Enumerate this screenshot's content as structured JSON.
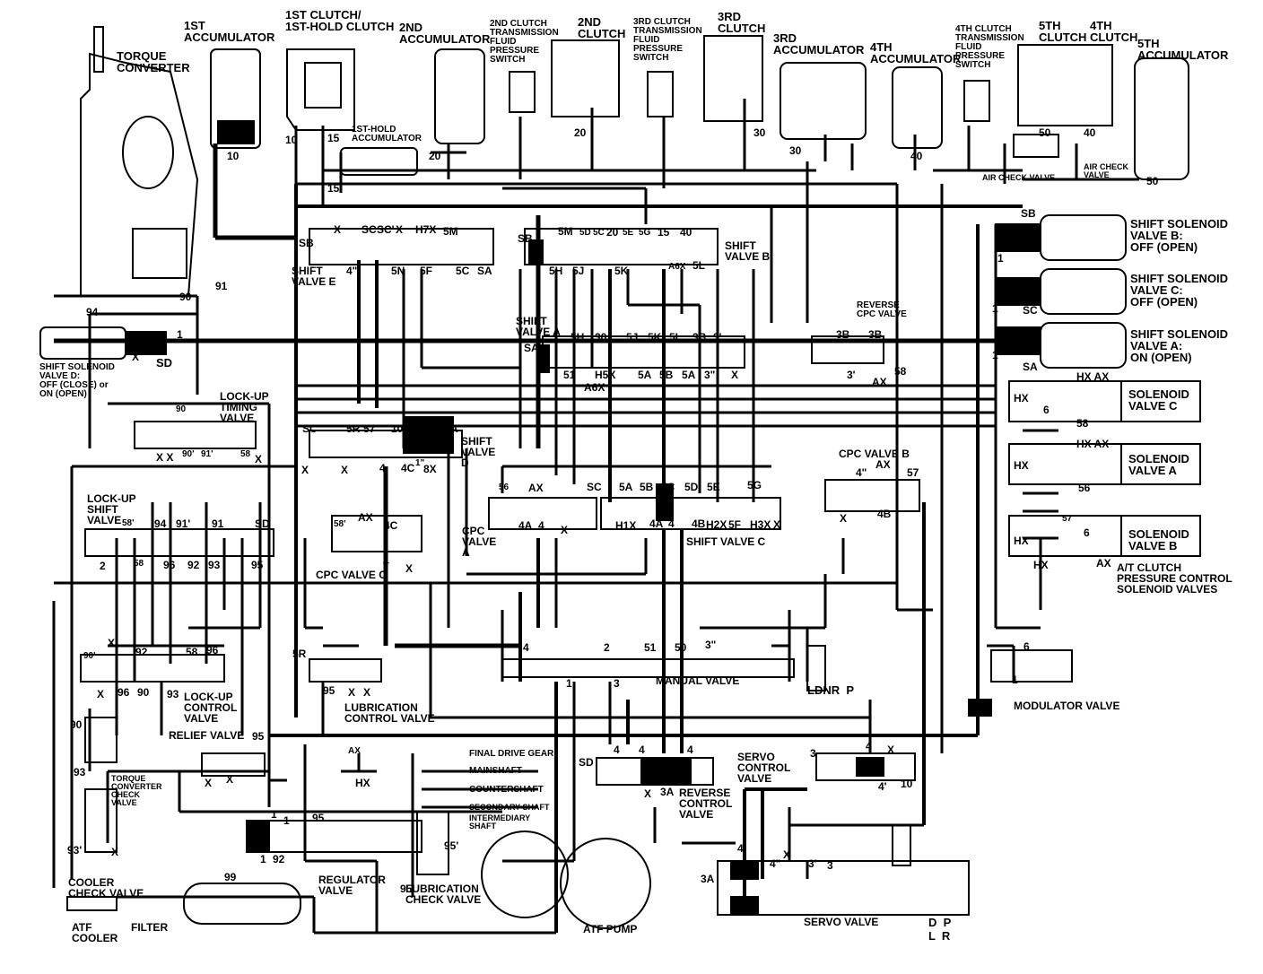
{
  "labels": {
    "torque_converter": "TORQUE\nCONVERTER",
    "first_accumulator": "1ST\nACCUMULATOR",
    "first_clutch": "1ST CLUTCH/\n1ST-HOLD CLUTCH",
    "second_accumulator": "2ND\nACCUMULATOR",
    "second_clutch_switch": "2ND CLUTCH\nTRANSMISSION\nFLUID\nPRESSURE\nSWITCH",
    "second_clutch": "2ND\nCLUTCH",
    "third_clutch_switch": "3RD CLUTCH\nTRANSMISSION\nFLUID\nPRESSURE\nSWITCH",
    "third_clutch": "3RD\nCLUTCH",
    "third_accumulator": "3RD\nACCUMULATOR",
    "fourth_accumulator": "4TH\nACCUMULATOR",
    "fourth_clutch_switch": "4TH CLUTCH\nTRANSMISSION\nFLUID\nPRESSURE\nSWITCH",
    "fifth_clutch": "5TH\nCLUTCH",
    "fourth_clutch": "4TH\nCLUTCH",
    "fifth_accumulator": "5TH\nACCUMULATOR",
    "first_hold_accumulator": "1ST-HOLD\nACCUMULATOR",
    "air_check_valve_1": "AIR CHECK VALVE",
    "air_check_valve_2": "AIR CHECK\nVALVE",
    "shift_solenoid_b": "SHIFT SOLENOID\nVALVE B:\nOFF (OPEN)",
    "shift_solenoid_c": "SHIFT SOLENOID\nVALVE C:\nOFF (OPEN)",
    "shift_solenoid_a": "SHIFT SOLENOID\nVALVE A:\nON (OPEN)",
    "shift_solenoid_d": "SHIFT SOLENOID\nVALVE D:\nOFF (CLOSE) or\nON (OPEN)",
    "shift_valve_e": "SHIFT\nVALVE E",
    "shift_valve_b": "SHIFT\nVALVE B",
    "shift_valve_a": "SHIFT\nVALVE A",
    "shift_valve_d": "SHIFT\nVALVE\nD",
    "shift_valve_c": "SHIFT VALVE C",
    "reverse_cpc_valve": "REVERSE\nCPC VALVE",
    "lockup_timing_valve": "LOCK-UP\nTIMING\nVALVE",
    "lockup_shift_valve": "LOCK-UP\nSHIFT\nVALVE",
    "lockup_control_valve": "LOCK-UP\nCONTROL\nVALVE",
    "cpc_valve_c": "CPC VALVE C",
    "cpc_valve_a": "CPC\nVALVE\nA",
    "cpc_valve_b": "CPC VALVE B",
    "solenoid_valve_c": "SOLENOID\nVALVE C",
    "solenoid_valve_a": "SOLENOID\nVALVE A",
    "solenoid_valve_b": "SOLENOID\nVALVE B",
    "at_clutch_solenoids": "A/T CLUTCH\nPRESSURE CONTROL\nSOLENOID VALVES",
    "manual_valve": "MANUAL VALVE",
    "modulator_valve": "MODULATOR VALVE",
    "lubrication_control_valve": "LUBRICATION\nCONTROL VALVE",
    "relief_valve": "RELIEF VALVE",
    "torque_converter_check_valve": "TORQUE\nCONVERTER\nCHECK\nVALVE",
    "final_drive_gear": "FINAL DRIVE GEAR",
    "mainshaft": "MAINSHAFT",
    "countershaft": "COUNTERSHAFT",
    "secondary_shaft": "SECONDARY SHAFT",
    "intermediary_shaft": "INTERMEDIARY\nSHAFT",
    "servo_control_valve": "SERVO\nCONTROL\nVALVE",
    "reverse_control_valve": "REVERSE\nCONTROL\nVALVE",
    "regulator_valve": "REGULATOR\nVALVE",
    "lubrication_check_valve": "LUBRICATION\nCHECK VALVE",
    "cooler_check_valve": "COOLER\nCHECK VALVE",
    "atf_cooler": "ATF\nCOOLER",
    "filter": "FILTER",
    "atf_pump": "ATF PUMP",
    "servo_valve": "SERVO VALVE",
    "gear_positions_1": "LDNR  P",
    "gear_positions_2": "D  P",
    "gear_positions_3": "L  R"
  },
  "ports": {
    "p10a": "10",
    "p10b": "10",
    "p15a": "15",
    "p15b": "15",
    "p20a": "20",
    "p20b": "20",
    "p30a": "30",
    "p30b": "30",
    "p40a": "40",
    "p40b": "40",
    "p50a": "50",
    "p50b": "50",
    "p90": "90",
    "p91": "91",
    "p94": "94",
    "p1sd": "1",
    "xsd": "X",
    "sd": "SD",
    "sb_e": "SB",
    "x_e": "X",
    "sc_e": "SC",
    "scp_e": "SC'",
    "x_e2": "X",
    "h7x": "H7X",
    "m5": "5M",
    "four_pp": "4\"",
    "n5a": "5N",
    "f5": "5F",
    "c5": "5C",
    "sa_e": "SA",
    "sb_b": "SB",
    "m5b": "5M",
    "d5": "5D",
    "c5b": "5C",
    "p20c": "20",
    "e5": "5E",
    "g5": "5G",
    "p15c": "15",
    "p40c": "40",
    "h5": "5H",
    "j5": "5J",
    "k5": "5K",
    "a6x": "A6X",
    "l5": "5L",
    "p30c": "30",
    "j5b": "5J",
    "k5b": "5K",
    "l5b": "5L",
    "b3": "3B",
    "p3p": "3'",
    "sa_a": "SA",
    "p51": "51",
    "h5x": "H5X",
    "a6x2": "A6X",
    "a5": "5A",
    "b5": "5B",
    "a5b": "5A",
    "p3pp": "3\"",
    "x_a": "X",
    "h5b": "5H",
    "b3r": "3B",
    "b3r2": "3B",
    "p3r": "3'",
    "ax_r": "AX",
    "p58r": "58",
    "sb_s": "SB",
    "sc_s": "SC",
    "sa_s": "SA",
    "one_b": "1",
    "one_c": "1",
    "one_a": "1",
    "hx_c": "HX",
    "ax_c": "HX AX",
    "six_c": "6",
    "p58c": "58",
    "hx_a": "HX",
    "ax_a": "HX AX",
    "p56a": "56",
    "hx_b": "HX",
    "p57b": "57",
    "six_b": "6",
    "hx_b2": "HX",
    "ax_b": "AX",
    "p90b": "90",
    "p90p": "90'",
    "p91p": "91'",
    "p58": "58",
    "x_lt": "X",
    "x_lt2": "X X",
    "sc_d": "SC",
    "r5": "5R",
    "p57": "57",
    "p10d": "10",
    "n5d": "5N",
    "sa_d": "SA",
    "four_d": "4",
    "c4d": "4C",
    "p1pp": "1\"",
    "x8": "8X",
    "x_d": "X",
    "x_d2": "X",
    "p58p": "58'",
    "p94b": "94",
    "p91pb": "91'",
    "p91b": "91",
    "sd_ls": "SD",
    "p2": "2",
    "p58b": "58",
    "p96": "96",
    "p92": "92",
    "p93": "93",
    "p95": "95",
    "p58pc": "58'",
    "ax_cc": "AX",
    "c4cc": "4C",
    "p4cc": "4",
    "x_cc": "X",
    "p56": "56",
    "ax_cpa": "AX",
    "a4": "4A",
    "p4a": "4",
    "x_cpa": "X",
    "sc_c": "SC",
    "a5c": "5A",
    "b5c": "5B",
    "c5c": "5C",
    "d5c": "5D",
    "e5c": "5E",
    "g5c": "5G",
    "h1x": "H1X",
    "a4c": "4A",
    "p4c": "4",
    "b4": "4B",
    "h2x": "H2X",
    "f5c": "5F",
    "h3x": "H3X",
    "x_c": "X",
    "four_pp_b": "4\"",
    "ax_cpb": "AX",
    "p57cpb": "57",
    "x_cpb": "X",
    "b4b": "4B",
    "r5l": "5R",
    "p95l": "95",
    "x_l": "X",
    "x_l2": "X",
    "p90c": "90'",
    "x_lc": "X",
    "p92c": "92",
    "p58lc": "58",
    "p96lc": "96",
    "x_lc2": "X",
    "p96b": "96",
    "p90lc": "90",
    "p93lc": "93",
    "p90tc": "90",
    "p93tc": "93",
    "p93ptc": "93'",
    "x_tc": "X",
    "p95rv": "95",
    "x_rv": "X",
    "x_rv2": "X",
    "p4m": "4",
    "p2m": "2",
    "p51m": "51",
    "p50m": "50",
    "p3ppm": "3\"",
    "p1m": "1",
    "p3m": "3",
    "ax_hx": "AX",
    "hx_hx": "HX",
    "p1reg": "1",
    "p1reg2": "1",
    "p95reg": "95",
    "p1reg3": "1",
    "p92reg": "92",
    "p95p": "95'",
    "p99": "99",
    "p95lub": "95",
    "sd_rc": "SD",
    "p4rc": "4",
    "p4rc2": "4",
    "p4rc3": "4",
    "x_rc": "X",
    "a3": "3A",
    "p3sc": "3",
    "p4sc": "4",
    "x_sc": "X",
    "p4psc": "4'",
    "p10sc": "10",
    "p4pv": "4'",
    "x_sv": "X",
    "p4ppv": "4\"",
    "p3pv": "3'",
    "p3v": "3",
    "a3v": "3A",
    "six_m": "6",
    "one_m": "1"
  }
}
